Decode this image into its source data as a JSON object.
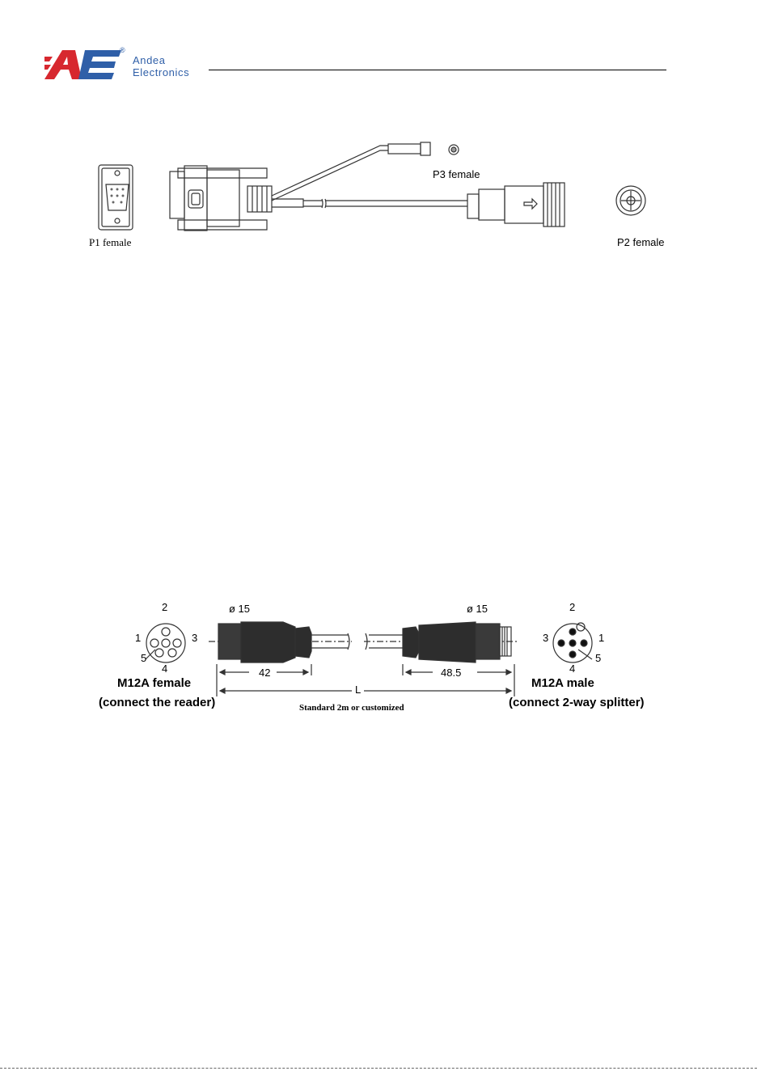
{
  "header": {
    "brand_line1": "Andea",
    "brand_line2": "Electronics",
    "registered_mark": "®",
    "logo_colors": {
      "red": "#d7282f",
      "blue": "#2f5fa8"
    }
  },
  "figure1": {
    "p1_label": "P1 female",
    "p3_label": "P3 female",
    "p2_label": "P2 female"
  },
  "figure2": {
    "female_pins": {
      "top": "2",
      "left": "1",
      "right": "3",
      "bottom_left": "5",
      "bottom": "4"
    },
    "male_pins": {
      "top": "2",
      "left": "3",
      "right": "1",
      "bottom_right": "5",
      "bottom": "4"
    },
    "left_diameter": "ø 15",
    "right_diameter": "ø 15",
    "left_length": "42",
    "right_length": "48.5",
    "total_length": "L",
    "female_title": "M12A female",
    "female_subtitle": "(connect the reader)",
    "male_title": "M12A male",
    "male_subtitle": "(connect 2-way splitter)",
    "caption": "Standard 2m or customized"
  }
}
